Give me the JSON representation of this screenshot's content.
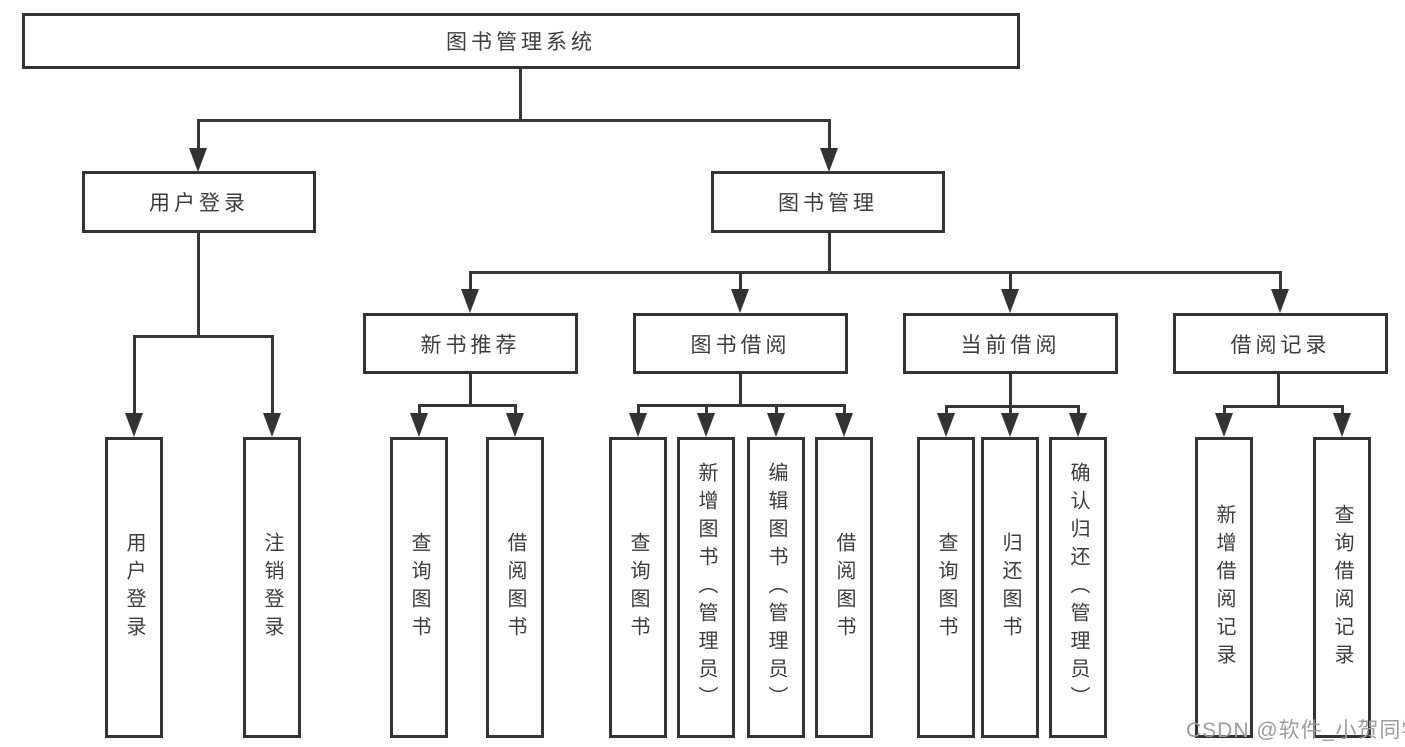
{
  "tree": {
    "root": {
      "label": "图书管理系统"
    },
    "branches": [
      {
        "label": "用户登录",
        "children": [
          {
            "label": "用户登录"
          },
          {
            "label": "注销登录"
          }
        ]
      },
      {
        "label": "图书管理",
        "children": [
          {
            "label": "新书推荐",
            "children": [
              {
                "label": "查询图书"
              },
              {
                "label": "借阅图书"
              }
            ]
          },
          {
            "label": "图书借阅",
            "children": [
              {
                "label": "查询图书"
              },
              {
                "label": "新增图书（管理员）"
              },
              {
                "label": "编辑图书（管理员）"
              },
              {
                "label": "借阅图书"
              }
            ]
          },
          {
            "label": "当前借阅",
            "children": [
              {
                "label": "查询图书"
              },
              {
                "label": "归还图书"
              },
              {
                "label": "确认归还（管理员）"
              }
            ]
          },
          {
            "label": "借阅记录",
            "children": [
              {
                "label": "新增借阅记录"
              },
              {
                "label": "查询借阅记录"
              }
            ]
          }
        ]
      }
    ]
  },
  "watermark": {
    "text": "CSDN @软件_小贺同学"
  },
  "colors": {
    "line": "#363636",
    "border": "#333333",
    "text": "#3d3d3d",
    "watermark": "#9c9c9c",
    "background": "#ffffff"
  }
}
